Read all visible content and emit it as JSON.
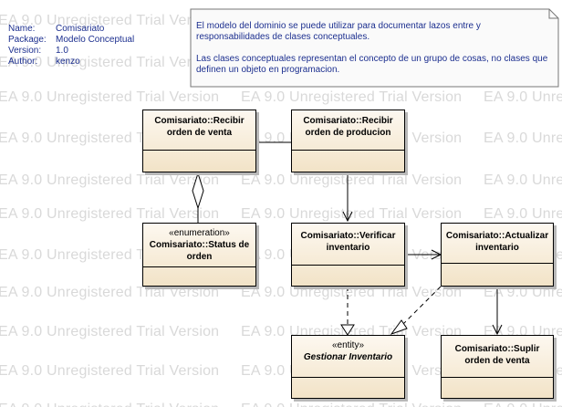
{
  "watermark": {
    "text": "EA 9.0 Unregistered Trial Version"
  },
  "diagram_info": {
    "rows": [
      {
        "label": "Name:",
        "value": "Comisariato"
      },
      {
        "label": "Package:",
        "value": "Modelo Conceptual"
      },
      {
        "label": "Version:",
        "value": "1.0"
      },
      {
        "label": "Author:",
        "value": "kenzo"
      }
    ]
  },
  "note": {
    "paragraph1": "El modelo del dominio se puede utilizar para documentar lazos entre y responsabilidades de clases conceptuales.",
    "paragraph2": "Las clases conceptuales representan el concepto de un grupo de cosas, no clases que definen un objeto en programacion."
  },
  "classes": {
    "recibir_venta": {
      "name": "Comisariato::Recibir orden de venta"
    },
    "recibir_produccion": {
      "name": "Comisariato::Recibir orden de producion"
    },
    "status_orden": {
      "stereotype": "«enumeration»",
      "name": "Comisariato::Status de orden"
    },
    "verificar_inventario": {
      "name": "Comisariato::Verificar inventario"
    },
    "actualizar_inventario": {
      "name": "Comisariato::Actualizar inventario"
    },
    "gestionar_inventario": {
      "stereotype": "«entity»",
      "name": "Gestionar Inventario"
    },
    "suplir_venta": {
      "name": "Comisariato::Suplir orden de venta"
    }
  },
  "colors": {
    "class_fill_top": "#fdf8f0",
    "class_fill_bottom": "#f2e3c7",
    "note_fill": "#fafafa",
    "text_blue": "#1c2f8f",
    "watermark": "#d9d9d9"
  }
}
